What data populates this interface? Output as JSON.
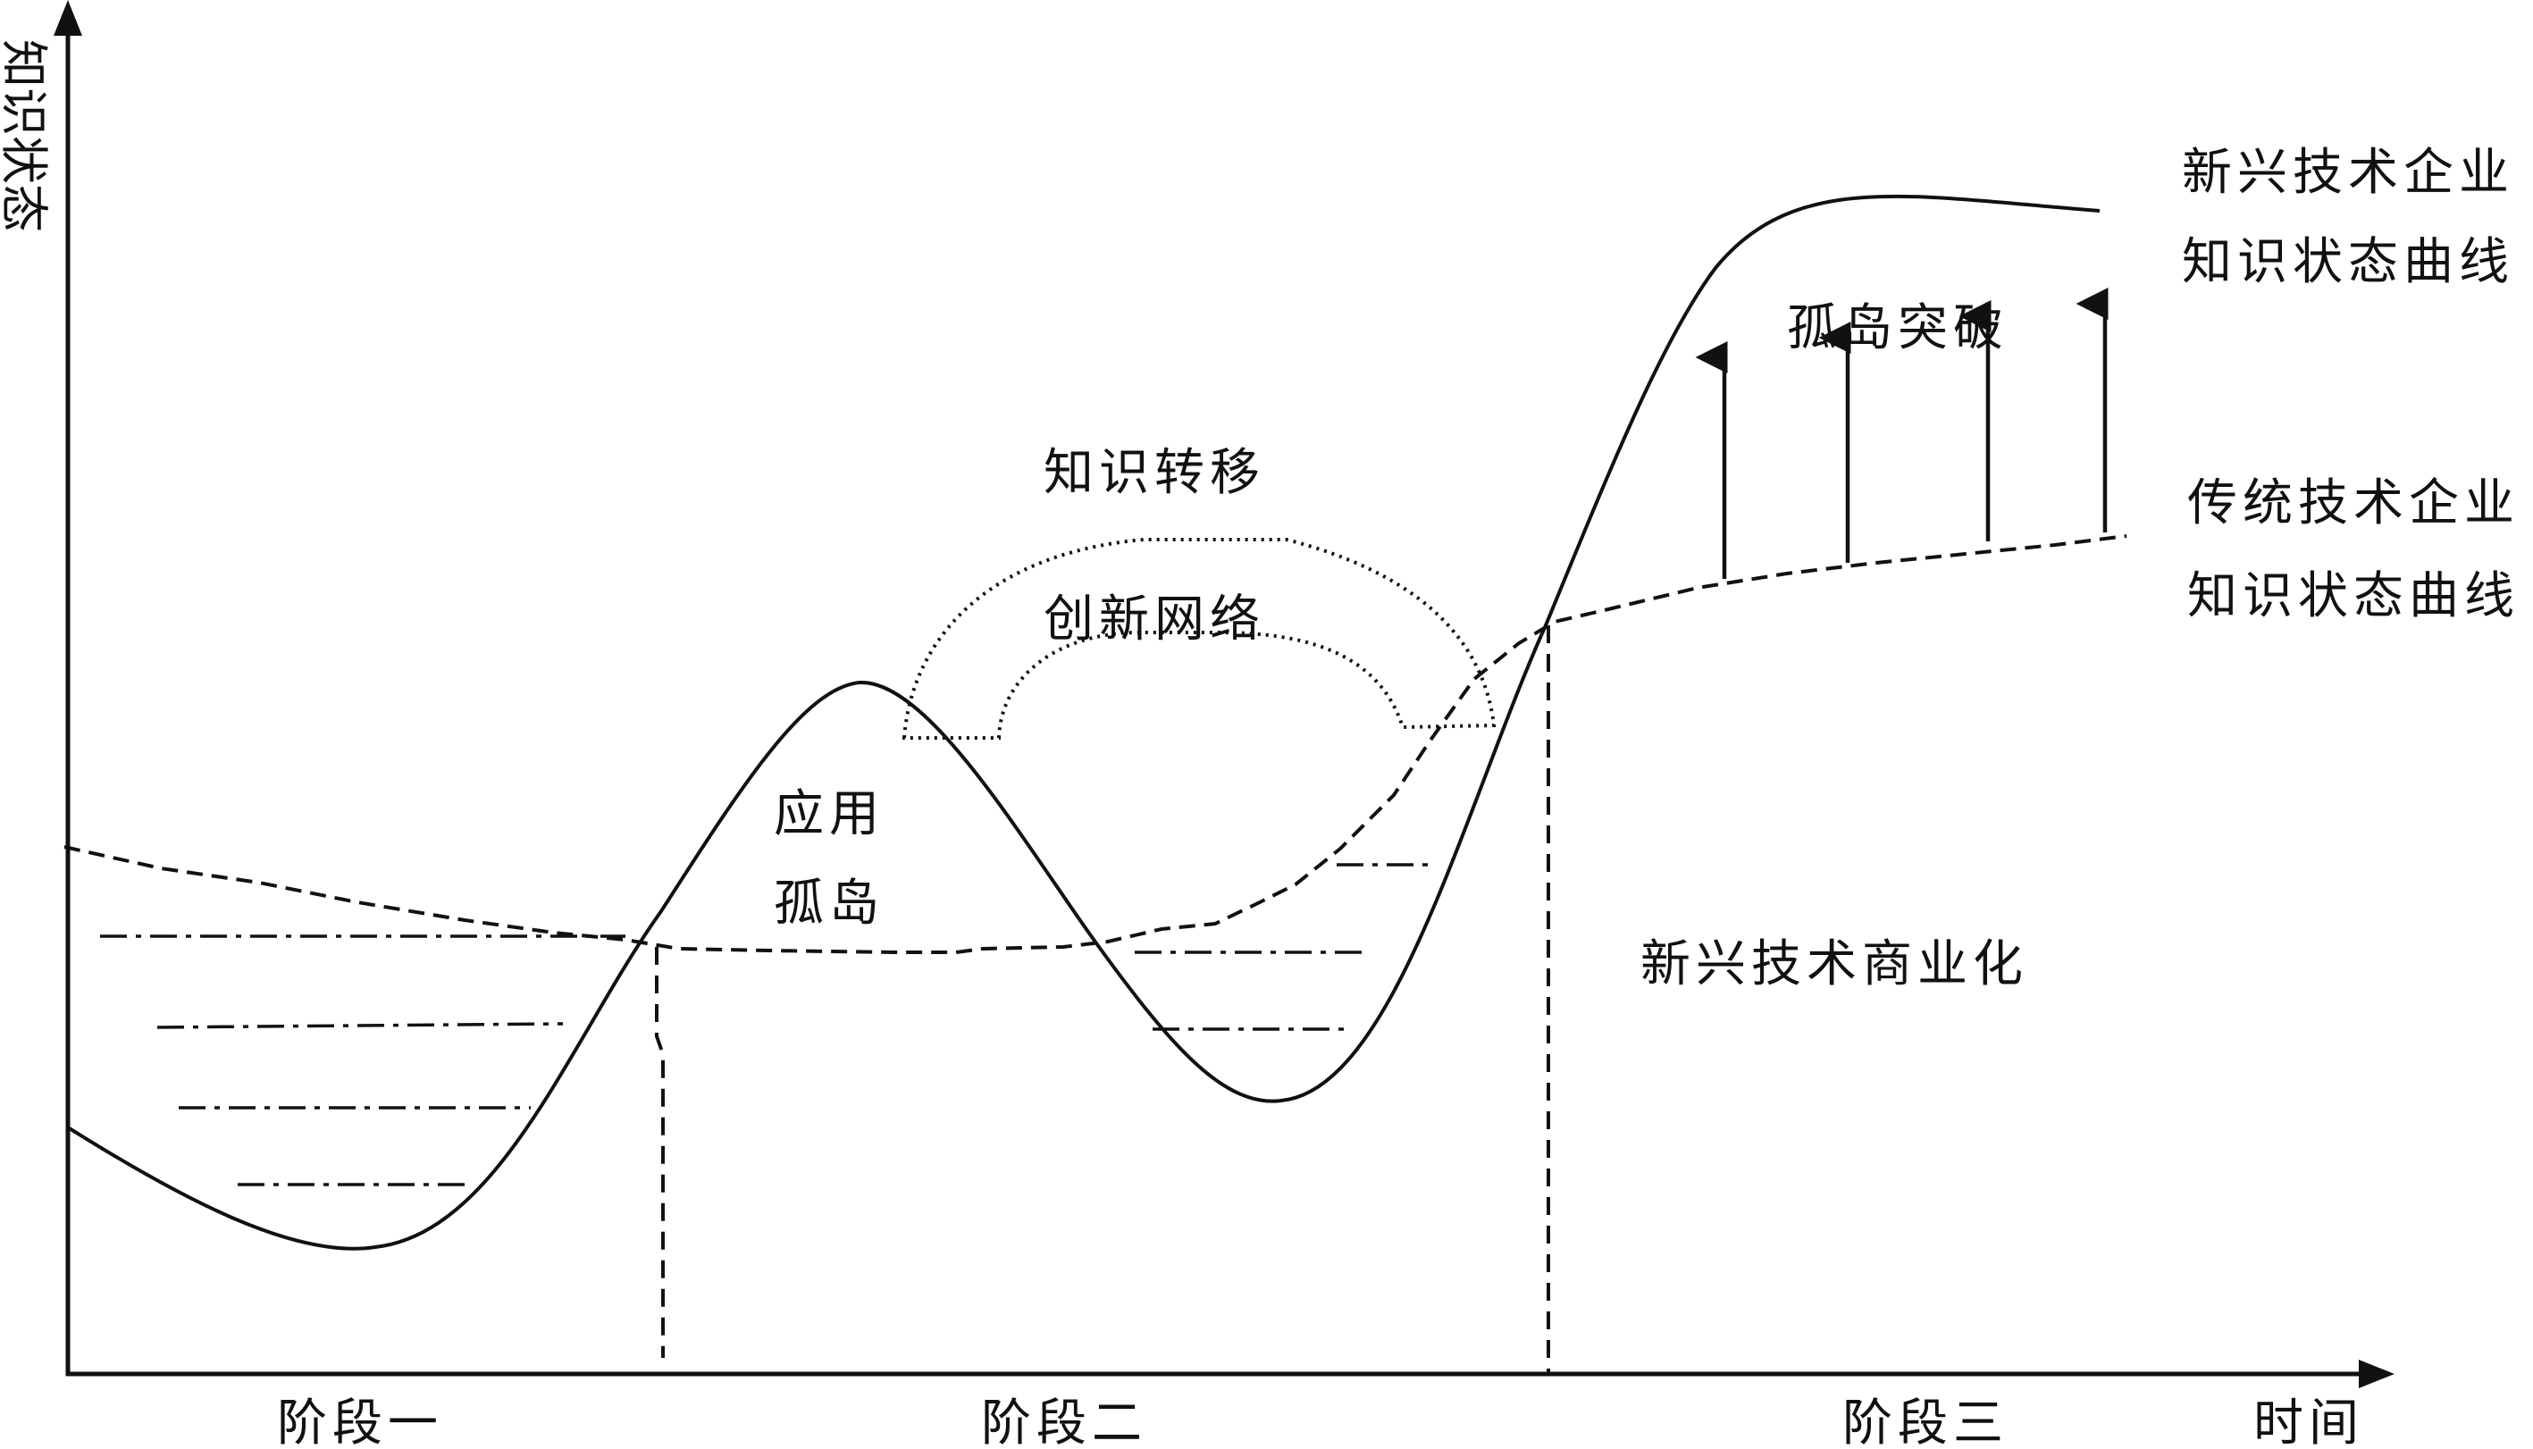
{
  "axes": {
    "y_label": "知识状态",
    "x_label": "时间"
  },
  "stages": [
    "阶段一",
    "阶段二",
    "阶段三"
  ],
  "annotations": {
    "application_island": [
      "应用",
      "孤岛"
    ],
    "knowledge_transfer": "知识转移",
    "innovation_network": "创新网络",
    "island_breakthrough": "孤岛突破",
    "commercialization": "新兴技术商业化"
  },
  "legend": {
    "emerging": [
      "新兴技术企业",
      "知识状态曲线"
    ],
    "traditional": [
      "传统技术企业",
      "知识状态曲线"
    ]
  },
  "colors": {
    "ink": "#111111",
    "background": "#ffffff"
  }
}
